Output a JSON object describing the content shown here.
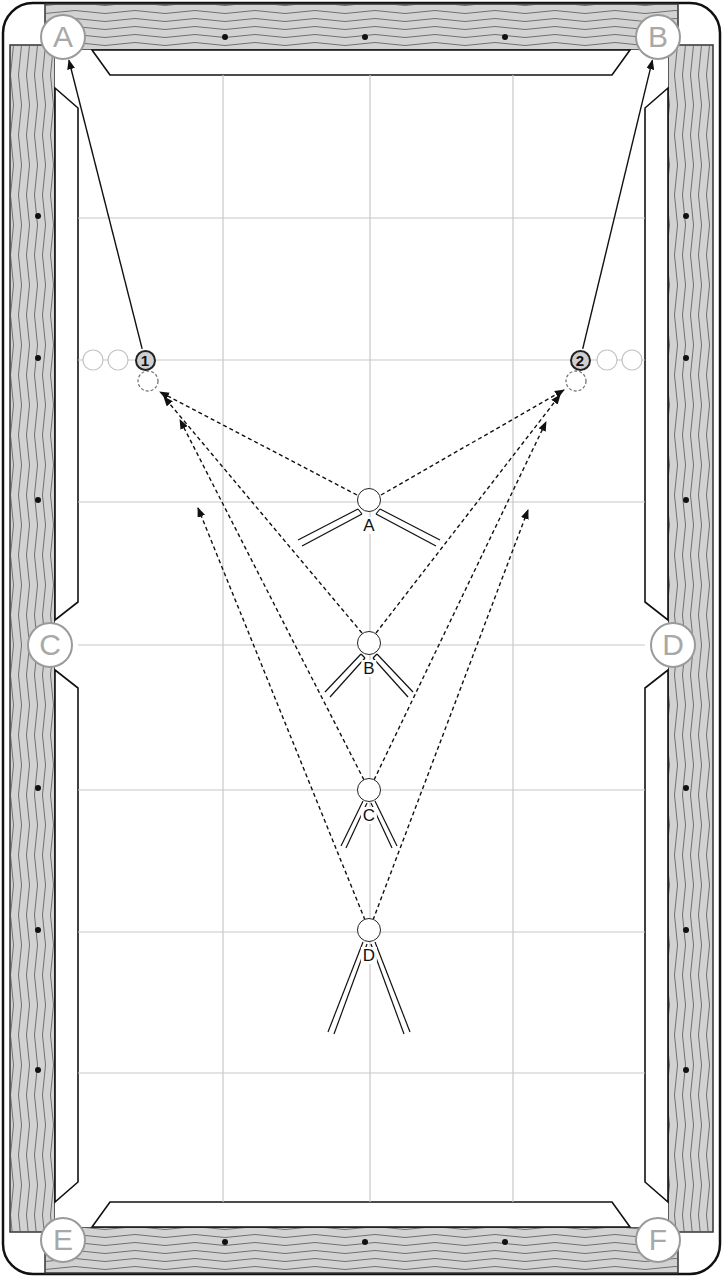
{
  "diagram": {
    "nodes": [
      {
        "text": [
          "A"
        ]
      },
      {
        "text": [
          "B"
        ]
      },
      {
        "text": [
          "1"
        ]
      },
      {
        "text": [
          "2"
        ]
      },
      {
        "text": [
          "A"
        ]
      },
      {
        "text": [
          "C"
        ]
      },
      {
        "text": [
          "D"
        ]
      },
      {
        "text": [
          "B"
        ]
      },
      {
        "text": [
          "C"
        ]
      },
      {
        "text": [
          "D"
        ]
      },
      {
        "text": [
          "E"
        ]
      },
      {
        "text": [
          "F"
        ]
      }
    ],
    "edges": [
      {
        "from": 2,
        "to": 0,
        "arrow": "to"
      },
      {
        "from": 3,
        "to": 1,
        "arrow": "to"
      }
    ]
  }
}
